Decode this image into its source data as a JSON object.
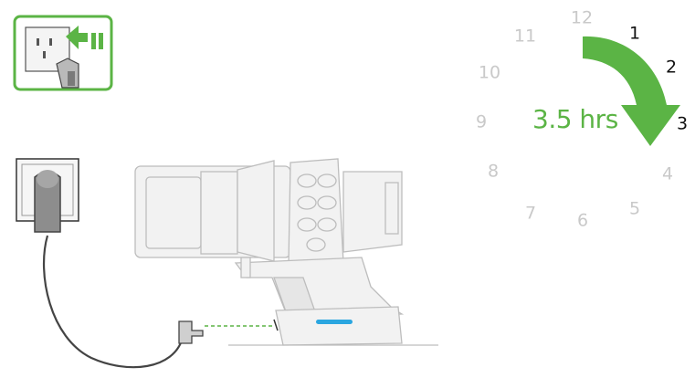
{
  "illustration": {
    "subject": "cordless vacuum charging instruction",
    "colors": {
      "accent_green": "#5bb445",
      "indicator_blue": "#2aa6e0",
      "line_art": "#bdbdbd",
      "cable": "#444444"
    },
    "icons": [
      "wall-socket-plug-in-icon"
    ]
  },
  "clock": {
    "numbers": [
      {
        "label": "12",
        "highlight": false
      },
      {
        "label": "1",
        "highlight": true
      },
      {
        "label": "2",
        "highlight": true
      },
      {
        "label": "3",
        "highlight": true
      },
      {
        "label": "4",
        "highlight": false
      },
      {
        "label": "5",
        "highlight": false
      },
      {
        "label": "6",
        "highlight": false
      },
      {
        "label": "7",
        "highlight": false
      },
      {
        "label": "8",
        "highlight": false
      },
      {
        "label": "9",
        "highlight": false
      },
      {
        "label": "10",
        "highlight": false
      },
      {
        "label": "11",
        "highlight": false
      }
    ],
    "charge_time_label": "3.5 hrs",
    "charge_time_hours": 3.5
  }
}
